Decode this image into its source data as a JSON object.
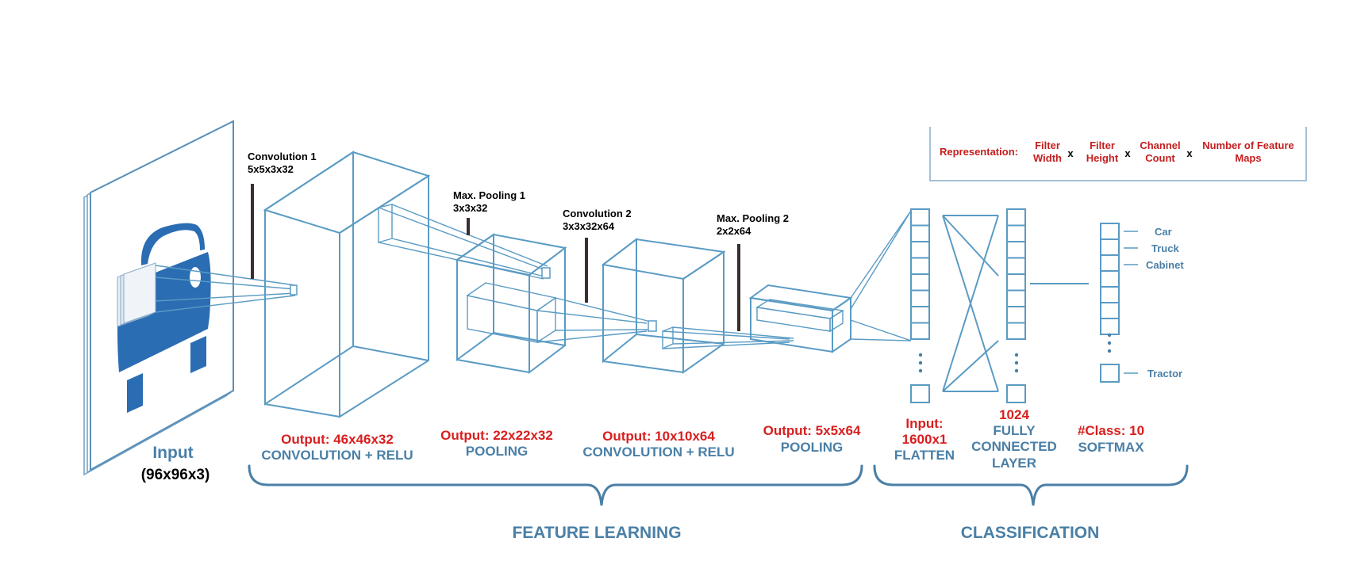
{
  "input": {
    "title": "Input",
    "size": "(96x96x3)"
  },
  "conv1": {
    "name": "Convolution 1",
    "params": "5x5x3x32",
    "output": "Output: 46x46x32",
    "layer": "CONVOLUTION + RELU"
  },
  "pool1": {
    "name": "Max. Pooling 1",
    "params": "3x3x32",
    "output": "Output: 22x22x32",
    "layer": "POOLING"
  },
  "conv2": {
    "name": "Convolution 2",
    "params": "3x3x32x64",
    "output": "Output: 10x10x64",
    "layer": "CONVOLUTION + RELU"
  },
  "pool2": {
    "name": "Max. Pooling 2",
    "params": "2x2x64",
    "output": "Output: 5x5x64",
    "layer": "POOLING"
  },
  "flatten": {
    "input_label": "Input:",
    "input_size": "1600x1",
    "layer": "FLATTEN"
  },
  "fc": {
    "units": "1024",
    "line1": "FULLY",
    "line2": "CONNECTED",
    "line3": "LAYER"
  },
  "softmax": {
    "classes": "#Class: 10",
    "layer": "SOFTMAX"
  },
  "class_labels": [
    "Car",
    "Truck",
    "Cabinet",
    "Tractor"
  ],
  "groups": {
    "feature_learning": "FEATURE LEARNING",
    "classification": "CLASSIFICATION"
  },
  "representation": {
    "label": "Representation:",
    "w1": "Filter",
    "w2": "Width",
    "h1": "Filter",
    "h2": "Height",
    "c1": "Channel",
    "c2": "Count",
    "n1": "Number of Feature",
    "n2": "Maps",
    "times": "x"
  },
  "colors": {
    "accent_blue": "#4a7fa6",
    "line_blue": "#5a9bc4",
    "icon_blue": "#2a6db3",
    "red": "#d81f1f"
  }
}
